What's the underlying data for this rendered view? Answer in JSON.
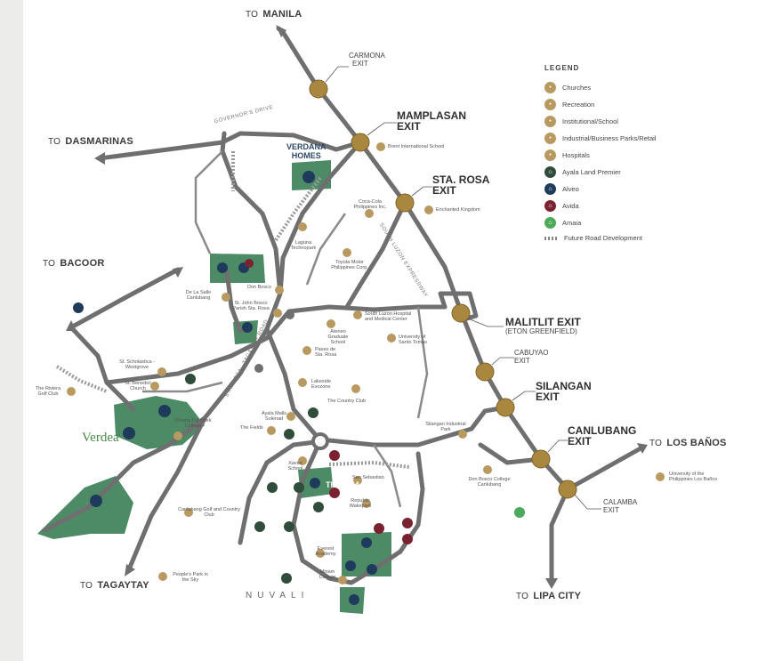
{
  "destinations": {
    "manila": {
      "to": "TO",
      "name": "MANILA"
    },
    "dasmarinas": {
      "to": "TO",
      "name": "DASMARINAS"
    },
    "bacoor": {
      "to": "TO",
      "name": "BACOOR"
    },
    "tagaytay": {
      "to": "TO",
      "name": "TAGAYTAY"
    },
    "lipa": {
      "to": "TO",
      "name": "LIPA CITY"
    },
    "losbanos": {
      "to": "TO",
      "name": "LOS BAÑOS"
    }
  },
  "exits": {
    "carmona": {
      "line1": "CARMONA",
      "line2": "EXIT"
    },
    "mamplasan": {
      "line1": "MAMPLASAN",
      "line2": "EXIT"
    },
    "starosa": {
      "line1": "STA. ROSA",
      "line2": "EXIT"
    },
    "malitlit": {
      "line1": "MALITLIT EXIT",
      "line2": "(ETON GREENFIELD)"
    },
    "cabuyao": {
      "line1": "CABUYAO",
      "line2": "EXIT"
    },
    "silangan": {
      "line1": "SILANGAN",
      "line2": "EXIT"
    },
    "canlubang": {
      "line1": "CANLUBANG",
      "line2": "EXIT"
    },
    "calamba": {
      "line1": "CALAMBA",
      "line2": "EXIT"
    }
  },
  "roads": {
    "governors": "GOVERNOR'S DRIVE",
    "slex": "SOUTH LUZON EXPRESSWAY",
    "starosa_tagaytay": "STA. ROSA - TAGAYTAY ROAD"
  },
  "projects": {
    "verdana": "VERDANA\nHOMES",
    "verdea": "Verdea",
    "nuvali": "NUVALI",
    "treveia": "TREVEIA"
  },
  "pois": [
    {
      "id": "brent",
      "label": "Brent International School"
    },
    {
      "id": "enchanted",
      "label": "Enchanted Kingdom"
    },
    {
      "id": "cocacola",
      "label": "Coca-Cola Philippines Inc."
    },
    {
      "id": "laguna_techno",
      "label": "Laguna Technopark"
    },
    {
      "id": "toyota",
      "label": "Toyota Motor Philippines Corp."
    },
    {
      "id": "southluzon",
      "label": "South Luzon Hospital and Medical Center"
    },
    {
      "id": "ateneo",
      "label": "Ateneo Graduate School"
    },
    {
      "id": "ust",
      "label": "University of Santo Tomas"
    },
    {
      "id": "paseo",
      "label": "Paseo de Sta. Rosa"
    },
    {
      "id": "delasalle",
      "label": "De La Salle Canlubang"
    },
    {
      "id": "stjohn",
      "label": "St. John Bosco Parish Sta. Rosa"
    },
    {
      "id": "donbosco",
      "label": "Don Bosco"
    },
    {
      "id": "lakeside",
      "label": "Lakeside Evozone"
    },
    {
      "id": "countryclub",
      "label": "The Country Club"
    },
    {
      "id": "scholastica",
      "label": "St. Scholastica - Westgrove"
    },
    {
      "id": "benedict",
      "label": "St. Benedict Church"
    },
    {
      "id": "riviera",
      "label": "The Riviera Golf Club"
    },
    {
      "id": "xavier",
      "label": "Xavier School"
    },
    {
      "id": "sansebastian",
      "label": "San Sebastian"
    },
    {
      "id": "republic",
      "label": "Republic Wakepark"
    },
    {
      "id": "everest",
      "label": "Everest Academy"
    },
    {
      "id": "miriam",
      "label": "Miriam College"
    },
    {
      "id": "canlubang_golf",
      "label": "Canlubang Golf and Country Club"
    },
    {
      "id": "peoples_park",
      "label": "People's Park in the Sky"
    },
    {
      "id": "silangan_park",
      "label": "Silangan Industrial Park"
    },
    {
      "id": "donbosco_canl",
      "label": "Don Bosco College Canlubang"
    },
    {
      "id": "uplb",
      "label": "University of the Philippines Los Baños"
    },
    {
      "id": "ayala_mall",
      "label": "Ayala Malls Solenad"
    },
    {
      "id": "fields",
      "label": "The Fields"
    },
    {
      "id": "chiang",
      "label": "Chiang Kai Shek College"
    }
  ],
  "legend": {
    "title": "LEGEND",
    "items": [
      {
        "label": "Churches",
        "color": "#b89a60",
        "icon": "church-icon"
      },
      {
        "label": "Recreation",
        "color": "#b89a60",
        "icon": "recreation-icon"
      },
      {
        "label": "Institutional/School",
        "color": "#b89a60",
        "icon": "school-icon"
      },
      {
        "label": "Industrial/Business Parks/Retail",
        "color": "#b89a60",
        "icon": "industrial-icon"
      },
      {
        "label": "Hospitals",
        "color": "#b89a60",
        "icon": "hospital-icon"
      },
      {
        "label": "Ayala Land Premier",
        "color": "#2f4d3a",
        "icon": "house-icon"
      },
      {
        "label": "Alveo",
        "color": "#1f3b5c",
        "icon": "house-icon"
      },
      {
        "label": "Avida",
        "color": "#7b2230",
        "icon": "house-icon"
      },
      {
        "label": "Amaia",
        "color": "#4daa5a",
        "icon": "house-icon"
      },
      {
        "label": "Future Road Development",
        "color": "#888888",
        "icon": "dashed-line-icon"
      }
    ]
  },
  "colors": {
    "road": "#6f6f6f",
    "exit": "#a9873f",
    "green_area": "#3f7d5c"
  }
}
